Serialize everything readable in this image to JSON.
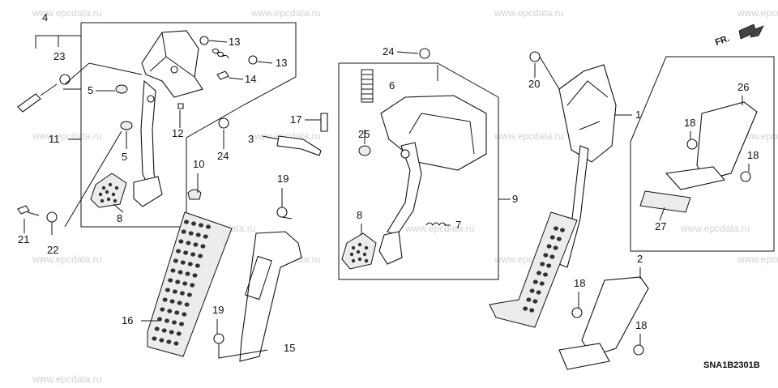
{
  "watermark": "www.epcdata.ru",
  "diagram_code": "SNA1B2301B",
  "front_indicator": "FR.",
  "callouts": {
    "c1": "1",
    "c2": "2",
    "c3": "3",
    "c4": "4",
    "c5a": "5",
    "c5b": "5",
    "c6": "6",
    "c7": "7",
    "c8a": "8",
    "c8b": "8",
    "c9": "9",
    "c10": "10",
    "c11": "11",
    "c12": "12",
    "c13a": "13",
    "c13b": "13",
    "c14": "14",
    "c15": "15",
    "c16": "16",
    "c17": "17",
    "c18a": "18",
    "c18b": "18",
    "c18c": "18",
    "c18d": "18",
    "c19a": "19",
    "c19b": "19",
    "c20": "20",
    "c21": "21",
    "c22": "22",
    "c24a": "24",
    "c24b": "24",
    "c25": "25",
    "c26": "26",
    "c27": "27",
    "c23": "23"
  }
}
